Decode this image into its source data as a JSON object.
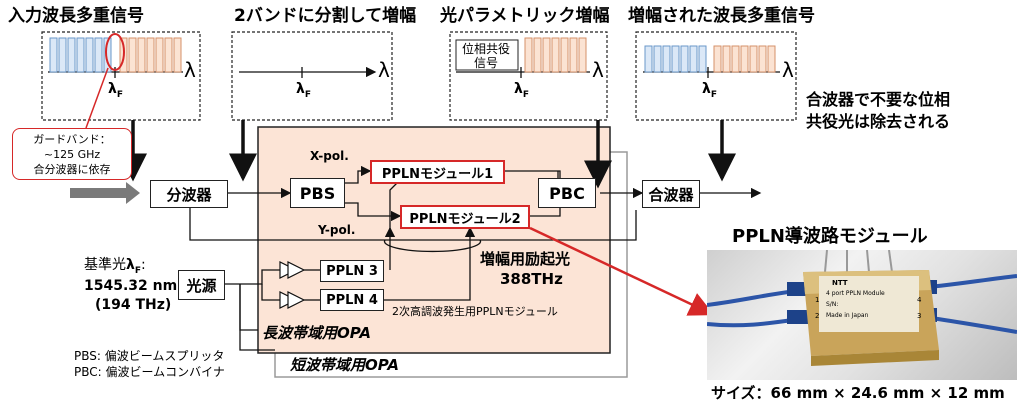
{
  "titles": {
    "input_wdm": "入力波長多重信号",
    "split_amp": "2バンドに分割して増幅",
    "opa": "光パラメトリック増幅",
    "amplified": "増幅された波長多重信号"
  },
  "axis": {
    "lambda": "λ",
    "lambda_f": "λ",
    "lambda_f_sub": "F"
  },
  "phase_conj_label": [
    "位相共役",
    "信号"
  ],
  "guard_band": [
    "ガードバンド：",
    "~125 GHz",
    "合分波器に依存"
  ],
  "blocks": {
    "demux": "分波器",
    "mux": "合波器",
    "pbs": "PBS",
    "pbc": "PBC",
    "ppln1": "PPLNモジュール1",
    "ppln2": "PPLNモジュール2",
    "ppln3": "PPLN 3",
    "ppln4": "PPLN 4",
    "light_source": "光源"
  },
  "pol_labels": {
    "x": "X-pol.",
    "y": "Y-pol."
  },
  "pump": [
    "増幅用励起光",
    "388THz"
  ],
  "shg_label": "2次高調波発生用PPLNモジュール",
  "long_opa": "長波帯域用OPA",
  "short_opa": "短波帯域用OPA",
  "reference": {
    "label": "基準光",
    "lambda": "λ",
    "sub": "F",
    "colon": ":",
    "wavelength": "1545.32 nm",
    "freq": "(194 THz)"
  },
  "abbrev": [
    "PBS: 偏波ビームスプリッタ",
    "PBC: 偏波ビームコンバイナ"
  ],
  "removal_note": [
    "合波器で不要な位相",
    "共役光は除去される"
  ],
  "module": {
    "title": "PPLN導波路モジュール",
    "size": "サイズ：66 mm × 24.6 mm × 12 mm",
    "label_lines": [
      "NTT",
      "4 port PPLN Module",
      "S/N:",
      "Made in Japan"
    ],
    "ports": [
      "1",
      "2",
      "3",
      "4"
    ]
  },
  "colors": {
    "blue_fill": "#dbe8f7",
    "blue_stroke": "#6a97c9",
    "orange_fill": "#fbe3d3",
    "orange_stroke": "#d4906a",
    "red": "#d62828",
    "opa_fill": "#fce4d6"
  }
}
